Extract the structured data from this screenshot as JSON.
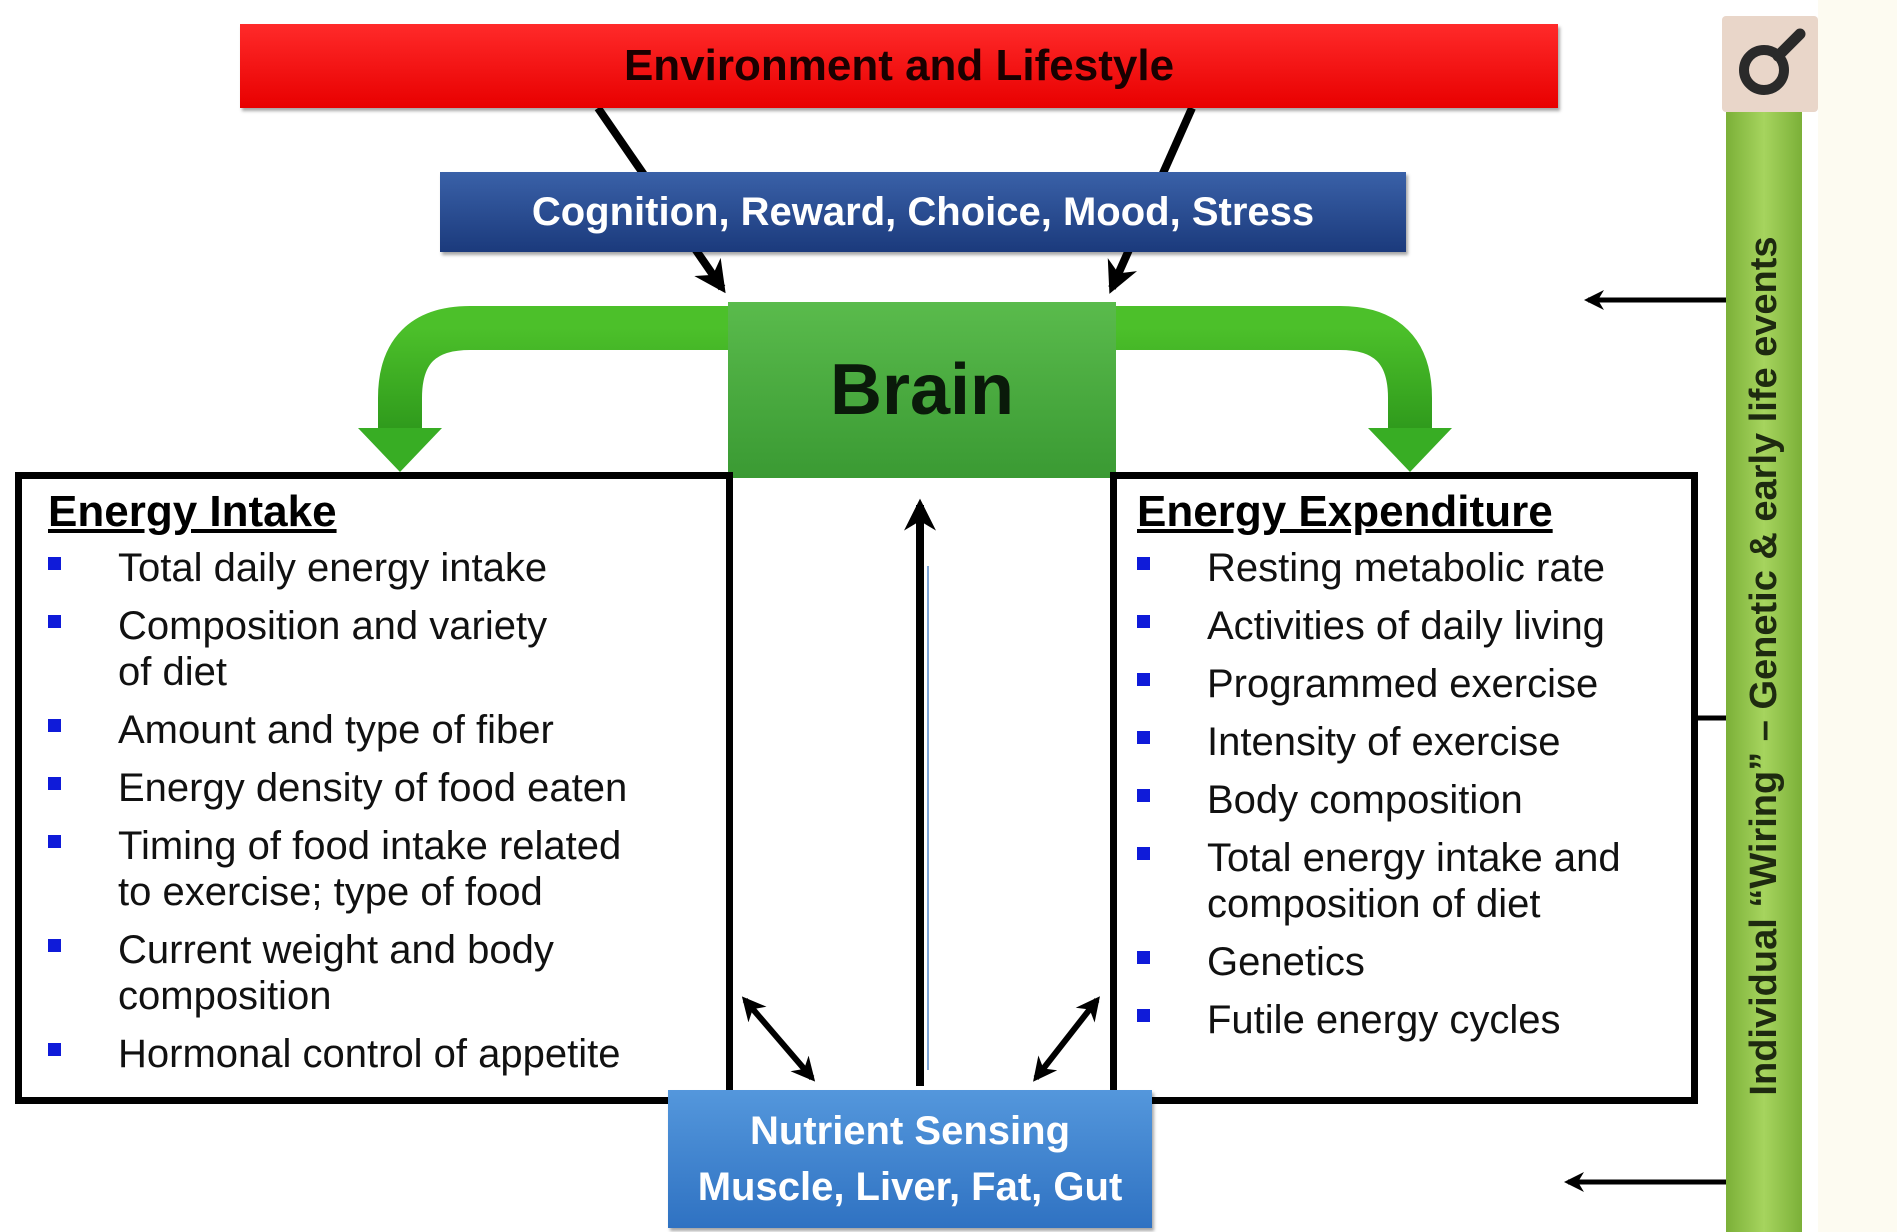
{
  "top_box": {
    "label": "Environment and Lifestyle",
    "color": "#ff0000"
  },
  "mid_box": {
    "label": "Cognition, Reward, Choice, Mood, Stress",
    "color": "#1f3f82"
  },
  "brain": {
    "label": "Brain",
    "color": "#4aaa40"
  },
  "intake": {
    "title": "Energy Intake",
    "items": [
      "Total daily energy intake",
      "Composition and variety of diet",
      "Amount and type of fiber",
      "Energy density of food eaten",
      "Timing of food intake related to exercise; type of food",
      "Current weight  and body composition",
      "Hormonal control of appetite"
    ]
  },
  "expenditure": {
    "title": "Energy Expenditure",
    "items": [
      "Resting metabolic rate",
      "Activities of daily living",
      "Programmed exercise",
      "Intensity of exercise",
      "Body composition",
      "Total energy intake and composition of diet",
      "Genetics",
      "Futile energy cycles"
    ]
  },
  "nutrient": {
    "line1": "Nutrient Sensing",
    "line2": "Muscle, Liver, Fat, Gut",
    "color": "#3f84d0"
  },
  "side_bar": {
    "label": "Individual  “Wiring” – Genetic & early life events",
    "color": "#8fc24a"
  },
  "icons": {
    "corner": "magnifier-icon",
    "bullet": "square-bullet-icon"
  }
}
